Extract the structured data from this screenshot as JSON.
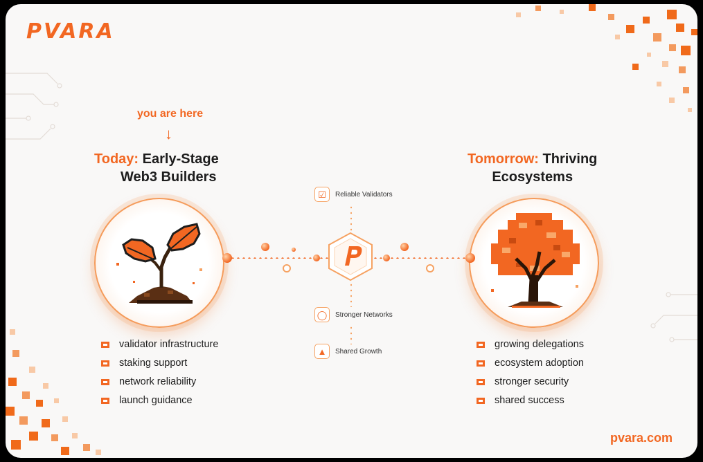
{
  "brand": {
    "logo_text": "PVARA",
    "url": "pvara.com",
    "accent_color": "#f26722"
  },
  "marker": {
    "label": "you are here",
    "icon": "arrow-down-icon"
  },
  "left": {
    "title_accent": "Today:",
    "title_line1": "Early-Stage",
    "title_line2": "Web3 Builders",
    "illustration": "pixel-sprout-icon",
    "items": [
      "validator infrastructure",
      "staking support",
      "network reliability",
      "launch guidance"
    ]
  },
  "right": {
    "title_accent": "Tomorrow:",
    "title_line1": "Thriving",
    "title_line2": "Ecosystems",
    "illustration": "pixel-tree-icon",
    "items": [
      "growing delegations",
      "ecosystem adoption",
      "stronger security",
      "shared success"
    ]
  },
  "center": {
    "hub_icon": "pvara-p-logo-icon",
    "features": [
      {
        "label": "Reliable Validators",
        "icon": "shield-check-icon"
      },
      {
        "label": "Stronger Networks",
        "icon": "globe-icon"
      },
      {
        "label": "Shared Growth",
        "icon": "growth-chart-icon"
      }
    ]
  }
}
